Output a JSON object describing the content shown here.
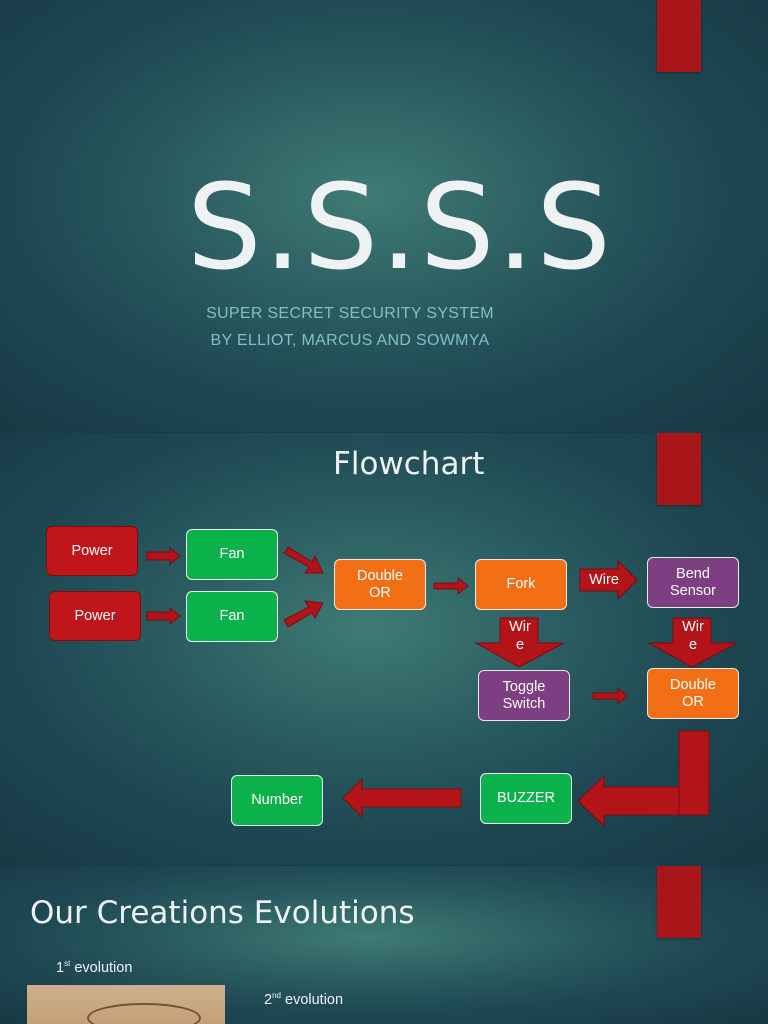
{
  "slide1": {
    "title": "S.S.S.S",
    "subtitle_line1": "SUPER SECRET SECURITY SYSTEM",
    "subtitle_line2": "BY ELLIOT, MARCUS AND SOWMYA"
  },
  "slide2": {
    "title": "Flowchart",
    "boxes": {
      "power1": "Power",
      "power2": "Power",
      "fan1": "Fan",
      "fan2": "Fan",
      "double_or1": "Double\nOR",
      "fork": "Fork",
      "bend_sensor": "Bend\nSensor",
      "toggle_switch": "Toggle\nSwitch",
      "double_or2": "Double\nOR",
      "buzzer": "BUZZER",
      "number": "Number"
    },
    "arrow_labels": {
      "wire_right": "Wire",
      "wire_down1": "Wir\ne",
      "wire_down2": "Wir\ne"
    }
  },
  "slide3": {
    "title": "Our Creations Evolutions",
    "evo1_num": "1",
    "evo1_sup": "st",
    "evo1_text": " evolution",
    "evo2_num": "2",
    "evo2_sup": "nd",
    "evo2_text": " evolution"
  },
  "colors": {
    "accent_red": "#a9161a",
    "box_red": "#c0151b",
    "box_green": "#0bb24b",
    "box_orange": "#f36f16",
    "box_purple": "#7e3f82",
    "subtitle_cyan": "#7fc0c6"
  }
}
